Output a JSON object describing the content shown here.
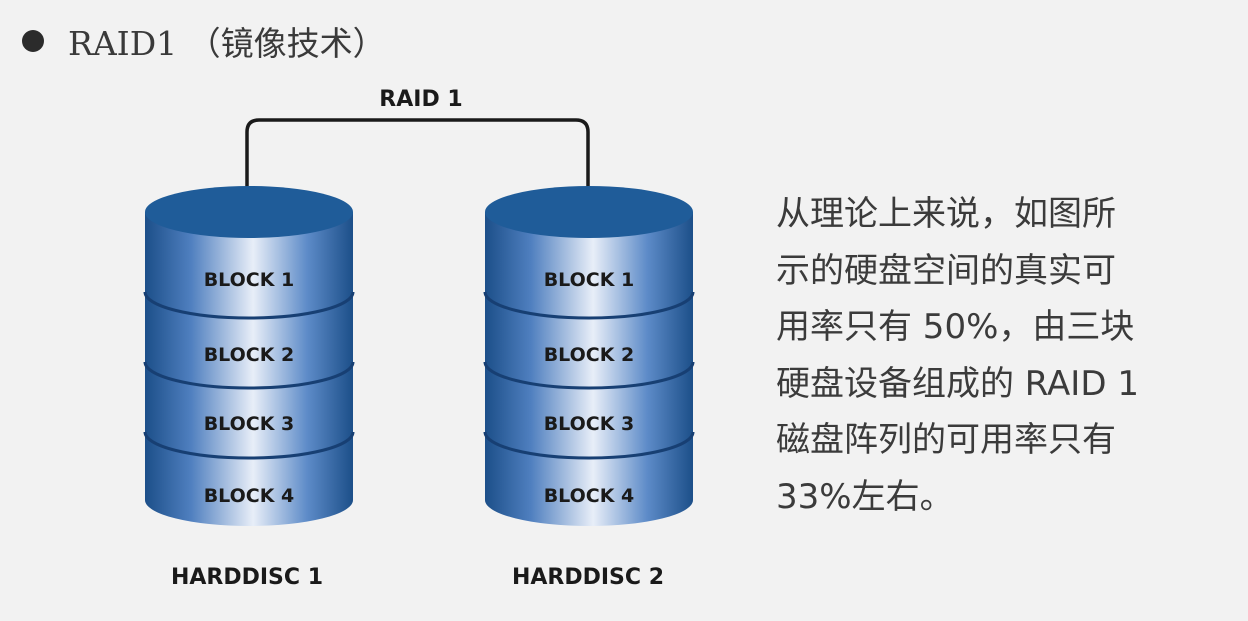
{
  "heading": {
    "title": "RAID1 （镜像技术）"
  },
  "diagram": {
    "raid_label": "RAID 1",
    "disks": [
      {
        "name": "HARDDISC 1",
        "blocks": [
          "BLOCK 1",
          "BLOCK 2",
          "BLOCK 3",
          "BLOCK 4"
        ]
      },
      {
        "name": "HARDDISC 2",
        "blocks": [
          "BLOCK 1",
          "BLOCK 2",
          "BLOCK 3",
          "BLOCK 4"
        ]
      }
    ],
    "colors": {
      "cylinder_top": "#1f5c99",
      "cylinder_dark": "#1c4f89",
      "cylinder_light": "#e8eef8",
      "band_line": "#173f73",
      "connector": "#1a1a1a"
    }
  },
  "description": {
    "lines": [
      "从理论上来说，如图所",
      "示的硬盘空间的真实可",
      "用率只有 50%，由三块",
      "硬盘设备组成的 RAID 1",
      "磁盘阵列的可用率只有",
      "33%左右。"
    ]
  }
}
